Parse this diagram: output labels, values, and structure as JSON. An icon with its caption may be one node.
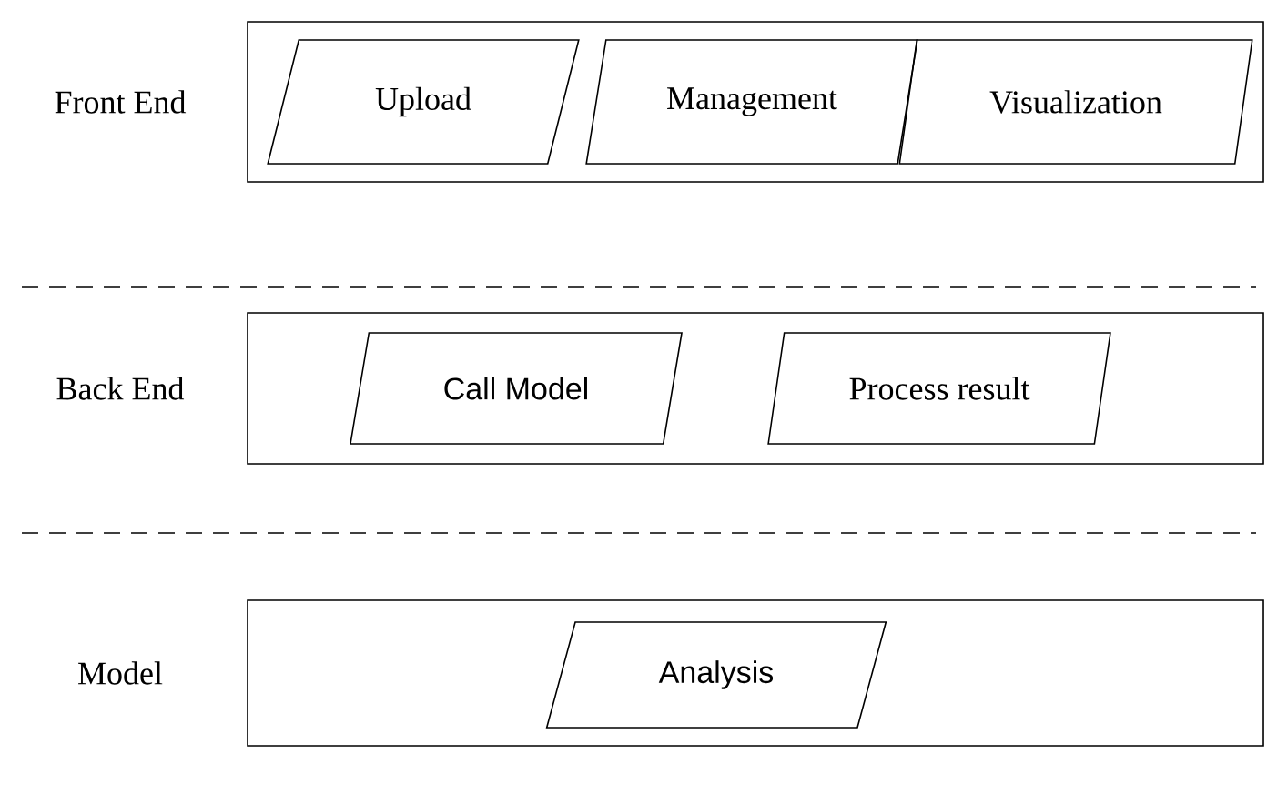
{
  "diagram": {
    "nodes": [
      {
        "text": [
          "Front End"
        ]
      },
      {
        "text": [
          "Upload"
        ],
        "in": 0
      },
      {
        "text": [
          "Management"
        ],
        "in": 0
      },
      {
        "text": [
          "Visualization"
        ],
        "in": 0
      },
      {
        "text": [
          "Back End"
        ]
      },
      {
        "text": [
          "Call Model"
        ],
        "in": 4
      },
      {
        "text": [
          "Process result"
        ],
        "in": 4
      },
      {
        "text": [
          "Model"
        ]
      },
      {
        "text": [
          "Analysis"
        ],
        "in": 7
      }
    ],
    "edges": []
  }
}
